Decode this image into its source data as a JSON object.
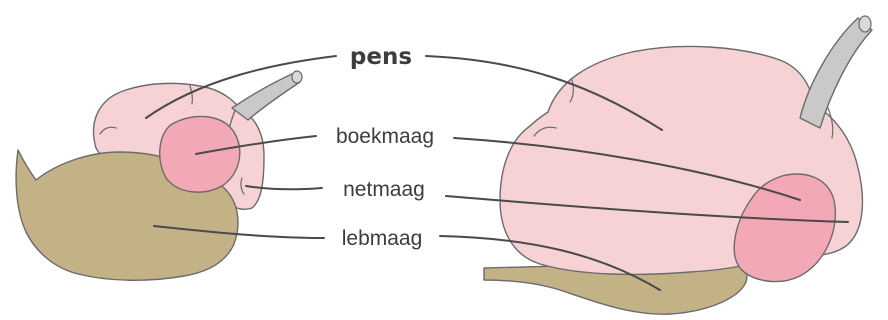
{
  "labels": {
    "pens": "pens",
    "boekmaag": "boekmaag",
    "netmaag": "netmaag",
    "lebmaag": "lebmaag"
  },
  "colors": {
    "pens": "#f6d2d4",
    "boekmaag": "#f2a9b5",
    "netmaag": "#f6d2d4",
    "lebmaag": "#c4b287",
    "esophagus": "#c9c9c9",
    "outline": "#6b6b6b",
    "leader": "#4a4a4a",
    "highlight_label": "#0d6b4f",
    "label": "#3d3d3d"
  }
}
